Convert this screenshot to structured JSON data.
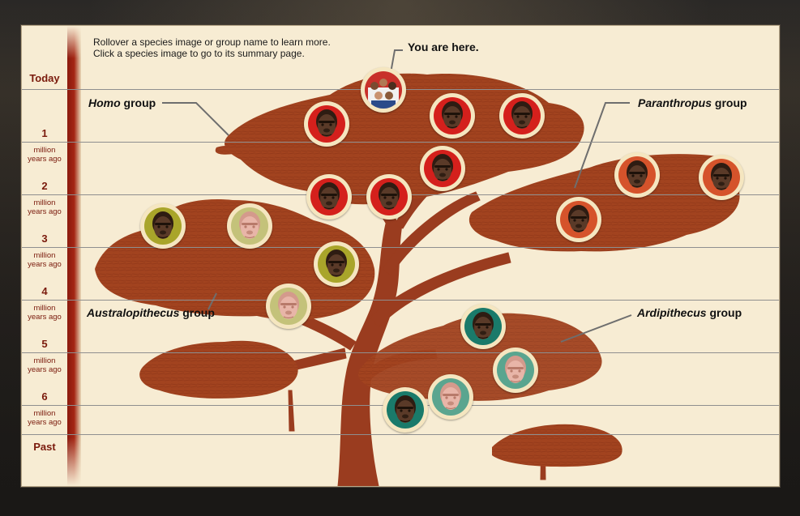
{
  "instructions": {
    "line1": "Rollover a species image or group name to learn more.",
    "line2": "Click a species image to go to its summary page."
  },
  "you_are_here": "You are here.",
  "timeline": {
    "today": "Today",
    "past": "Past",
    "ticks": [
      {
        "value": "1",
        "sub1": "million",
        "sub2": "years ago"
      },
      {
        "value": "2",
        "sub1": "million",
        "sub2": "years ago"
      },
      {
        "value": "3",
        "sub1": "million",
        "sub2": "years ago"
      },
      {
        "value": "4",
        "sub1": "million",
        "sub2": "years ago"
      },
      {
        "value": "5",
        "sub1": "million",
        "sub2": "years ago"
      },
      {
        "value": "6",
        "sub1": "million",
        "sub2": "years ago"
      }
    ]
  },
  "groups": {
    "homo": {
      "name": "Homo",
      "suffix": " group"
    },
    "paranthropus": {
      "name": "Paranthropus",
      "suffix": " group"
    },
    "australopithecus": {
      "name": "Australopithecus",
      "suffix": " group"
    },
    "ardipithecus": {
      "name": "Ardipithecus",
      "suffix": " group"
    }
  },
  "colors": {
    "homo_bg": "#d4201c",
    "paranthropus_bg": "#d5532b",
    "australopithecus_bg": "#a9a52a",
    "australopithecus_pale_bg": "#c4c27a",
    "ardipithecus_bg": "#1a7a6a",
    "ardipithecus_pale_bg": "#5aa58f",
    "foliage": "#a2431f",
    "trunk": "#9a3c1f",
    "panel": "#f7ecd3",
    "timeline_strip": "#8b1a0e"
  },
  "species_icons": [
    {
      "id": "modern-humans",
      "group": "homo",
      "bg": "photo"
    },
    {
      "id": "homo-1",
      "group": "homo",
      "bg": "red"
    },
    {
      "id": "homo-2",
      "group": "homo",
      "bg": "red"
    },
    {
      "id": "homo-3",
      "group": "homo",
      "bg": "red"
    },
    {
      "id": "homo-4",
      "group": "homo",
      "bg": "red"
    },
    {
      "id": "homo-5",
      "group": "homo",
      "bg": "red"
    },
    {
      "id": "homo-6",
      "group": "homo",
      "bg": "red"
    },
    {
      "id": "paranthropus-1",
      "group": "paranthropus",
      "bg": "orange"
    },
    {
      "id": "paranthropus-2",
      "group": "paranthropus",
      "bg": "orange"
    },
    {
      "id": "paranthropus-3",
      "group": "paranthropus",
      "bg": "orange"
    },
    {
      "id": "australopithecus-1",
      "group": "australopithecus",
      "bg": "olive"
    },
    {
      "id": "australopithecus-2",
      "group": "australopithecus",
      "bg": "pale"
    },
    {
      "id": "australopithecus-3",
      "group": "australopithecus",
      "bg": "olive"
    },
    {
      "id": "australopithecus-4",
      "group": "australopithecus",
      "bg": "pale"
    },
    {
      "id": "ardipithecus-1",
      "group": "ardipithecus",
      "bg": "teal"
    },
    {
      "id": "ardipithecus-2",
      "group": "ardipithecus",
      "bg": "pale-teal"
    },
    {
      "id": "ardipithecus-3",
      "group": "ardipithecus",
      "bg": "pale-teal"
    },
    {
      "id": "ardipithecus-4",
      "group": "ardipithecus",
      "bg": "teal"
    }
  ]
}
